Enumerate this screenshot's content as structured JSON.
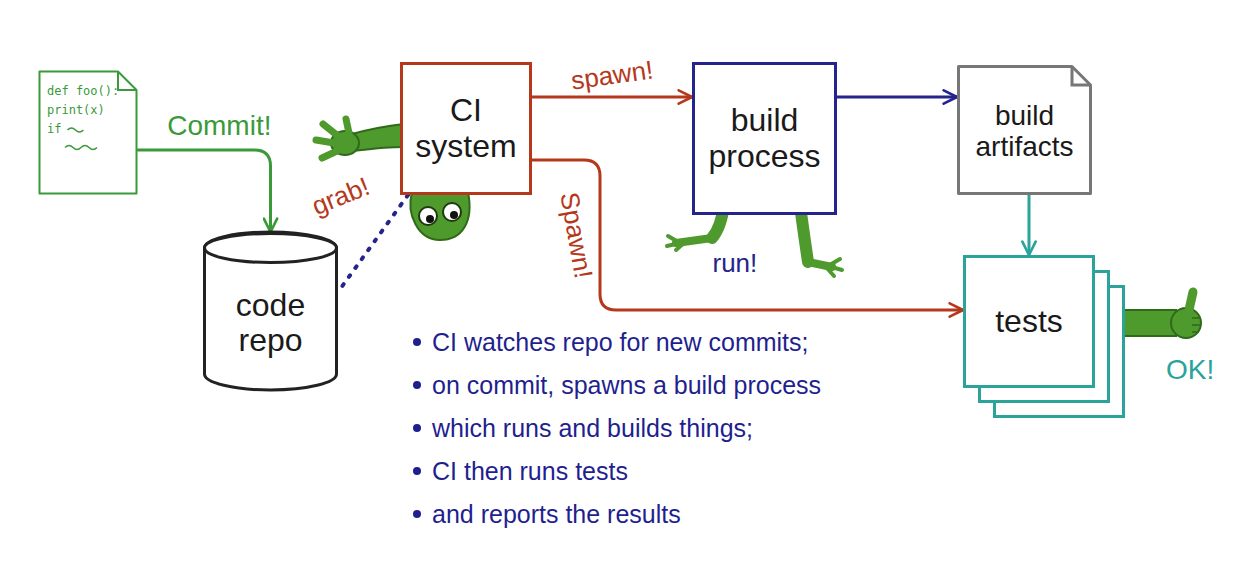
{
  "diagram": {
    "nodes": [
      {
        "text": [
          "def foo():",
          "print(x)",
          "if"
        ]
      },
      {
        "text": [
          "code repo"
        ]
      },
      {
        "text": [
          "CI system"
        ]
      },
      {
        "text": [
          "build process"
        ]
      },
      {
        "text": [
          "build artifacts"
        ]
      },
      {
        "text": [
          "tests"
        ]
      }
    ],
    "edges": [
      {
        "from": 0,
        "to": 1,
        "arrow": "to",
        "label": "Commit!"
      },
      {
        "from": 2,
        "to": 3,
        "arrow": "to",
        "label": "spawn!"
      },
      {
        "from": 2,
        "to": 5,
        "arrow": "to",
        "label": "Spawn!"
      },
      {
        "from": 3,
        "to": 4,
        "arrow": "to"
      },
      {
        "from": 4,
        "to": 5,
        "arrow": "to"
      },
      {
        "from": 2,
        "to": 1,
        "arrow": "none"
      }
    ],
    "labels": [
      "grab!",
      "run!",
      "OK!",
      "CI watches repo for new commits;",
      "on commit, spawns a build process",
      "which runs and builds things;",
      "CI then runs tests",
      "and reports the results"
    ]
  }
}
